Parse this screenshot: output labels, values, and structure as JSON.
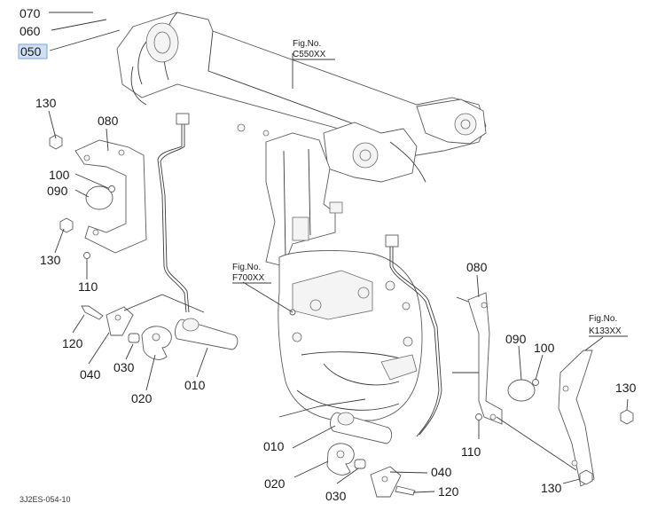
{
  "diagram": {
    "labels": {
      "l070": "070",
      "l060": "060",
      "l050": "050",
      "l130a": "130",
      "l080a": "080",
      "l100a": "100",
      "l090a": "090",
      "l130b": "130",
      "l110a": "110",
      "l120a": "120",
      "l040a": "040",
      "l030a": "030",
      "l020a": "020",
      "l010a": "010",
      "l080b": "080",
      "l090b": "090",
      "l100b": "100",
      "l130c": "130",
      "l110b": "110",
      "l130d": "130",
      "l010b": "010",
      "l020b": "020",
      "l030b": "030",
      "l040b": "040",
      "l120b": "120"
    },
    "fig_refs": {
      "c550_title": "Fig.No.",
      "c550_code": "C550XX",
      "f700_title": "Fig.No.",
      "f700_code": "F700XX",
      "k133_title": "Fig.No.",
      "k133_code": "K133XX"
    },
    "footer_code": "3J2ES-054-10",
    "highlight_color": "#cfe0f5"
  }
}
